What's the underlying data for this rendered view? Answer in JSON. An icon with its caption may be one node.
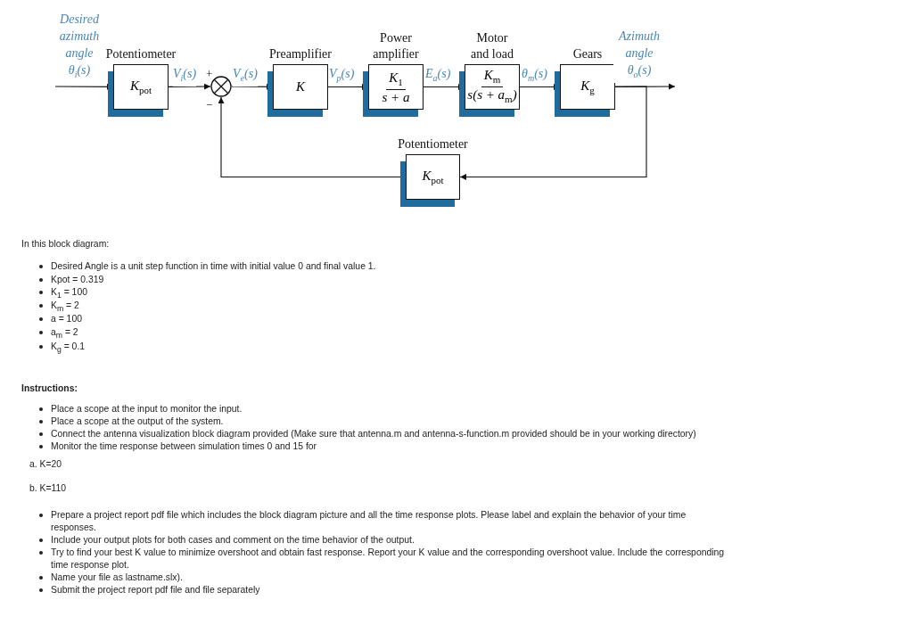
{
  "diagram": {
    "nodes": [
      {
        "text": [
          "Potentiometer",
          "K$_{pot}$"
        ]
      },
      {
        "text": [],
        "shape": "circle"
      },
      {
        "text": [
          "Preamplifier",
          "K"
        ]
      },
      {
        "text": [
          "Power amplifier",
          "K$_{1}$",
          "s + a"
        ]
      },
      {
        "text": [
          "Motor and load",
          "K$_{m}$",
          "s(s + a$_{m}$)"
        ]
      },
      {
        "text": [
          "Gears",
          "K$_{g}$"
        ]
      },
      {
        "text": [
          "Potentiometer",
          "K$_{pot}$"
        ]
      }
    ],
    "edges": [
      {
        "from": null,
        "to": 0,
        "arrow": "to",
        "label": "Desired azimuth angle θ$_{i}$(s)"
      },
      {
        "from": 0,
        "to": 1,
        "arrow": "to",
        "label": "V$_{i}$(s)"
      },
      {
        "from": 1,
        "to": 2,
        "arrow": "to",
        "label": "V$_{e}$(s)"
      },
      {
        "from": 2,
        "to": 3,
        "arrow": "to",
        "label": "V$_{p}$(s)"
      },
      {
        "from": 3,
        "to": 4,
        "arrow": "to",
        "label": "E$_{a}$(s)"
      },
      {
        "from": 4,
        "to": 5,
        "arrow": "to",
        "label": "θ$_{m}$(s)"
      },
      {
        "from": 5,
        "to": null,
        "arrow": "to",
        "label": "Azimuth angle θ$_{o}$(s)"
      },
      {
        "from": 5,
        "to": 6,
        "arrow": "to"
      },
      {
        "from": 6,
        "to": 1,
        "arrow": "to"
      }
    ],
    "labels": [
      "+",
      "−",
      "In this block diagram:",
      "Desired Angle is a unit step function in time with initial value 0 and final value 1.",
      "Kpot = 0.319",
      "K$_{1}$ = 100",
      "K$_{m}$ = 2",
      "a = 100",
      "a$_{m}$ = 2",
      "K$_{g}$ = 0.1",
      "Instructions:",
      "Place a scope at the input to monitor the input.",
      "Place a scope at the output of the system.",
      "Connect the antenna visualization block diagram provided  (Make sure that antenna.m and antenna-s-function.m provided should be in your working directory)",
      "Monitor the time response between simulation times 0 and 15 for",
      "a.  K=20",
      "b.  K=110",
      "Prepare a project report pdf file which includes the block diagram picture and all the time response plots. Please label and explain the behavior of your time responses.",
      "Include your output plots for both cases and comment on the time behavior of the output.",
      "Try to find your best K value to minimize overshoot and obtain fast response. Report your K value and the corresponding overshoot value. Include the corresponding time response plot.",
      "Name your file as lastname.slx).",
      "Submit the project report pdf file and file separately"
    ]
  }
}
